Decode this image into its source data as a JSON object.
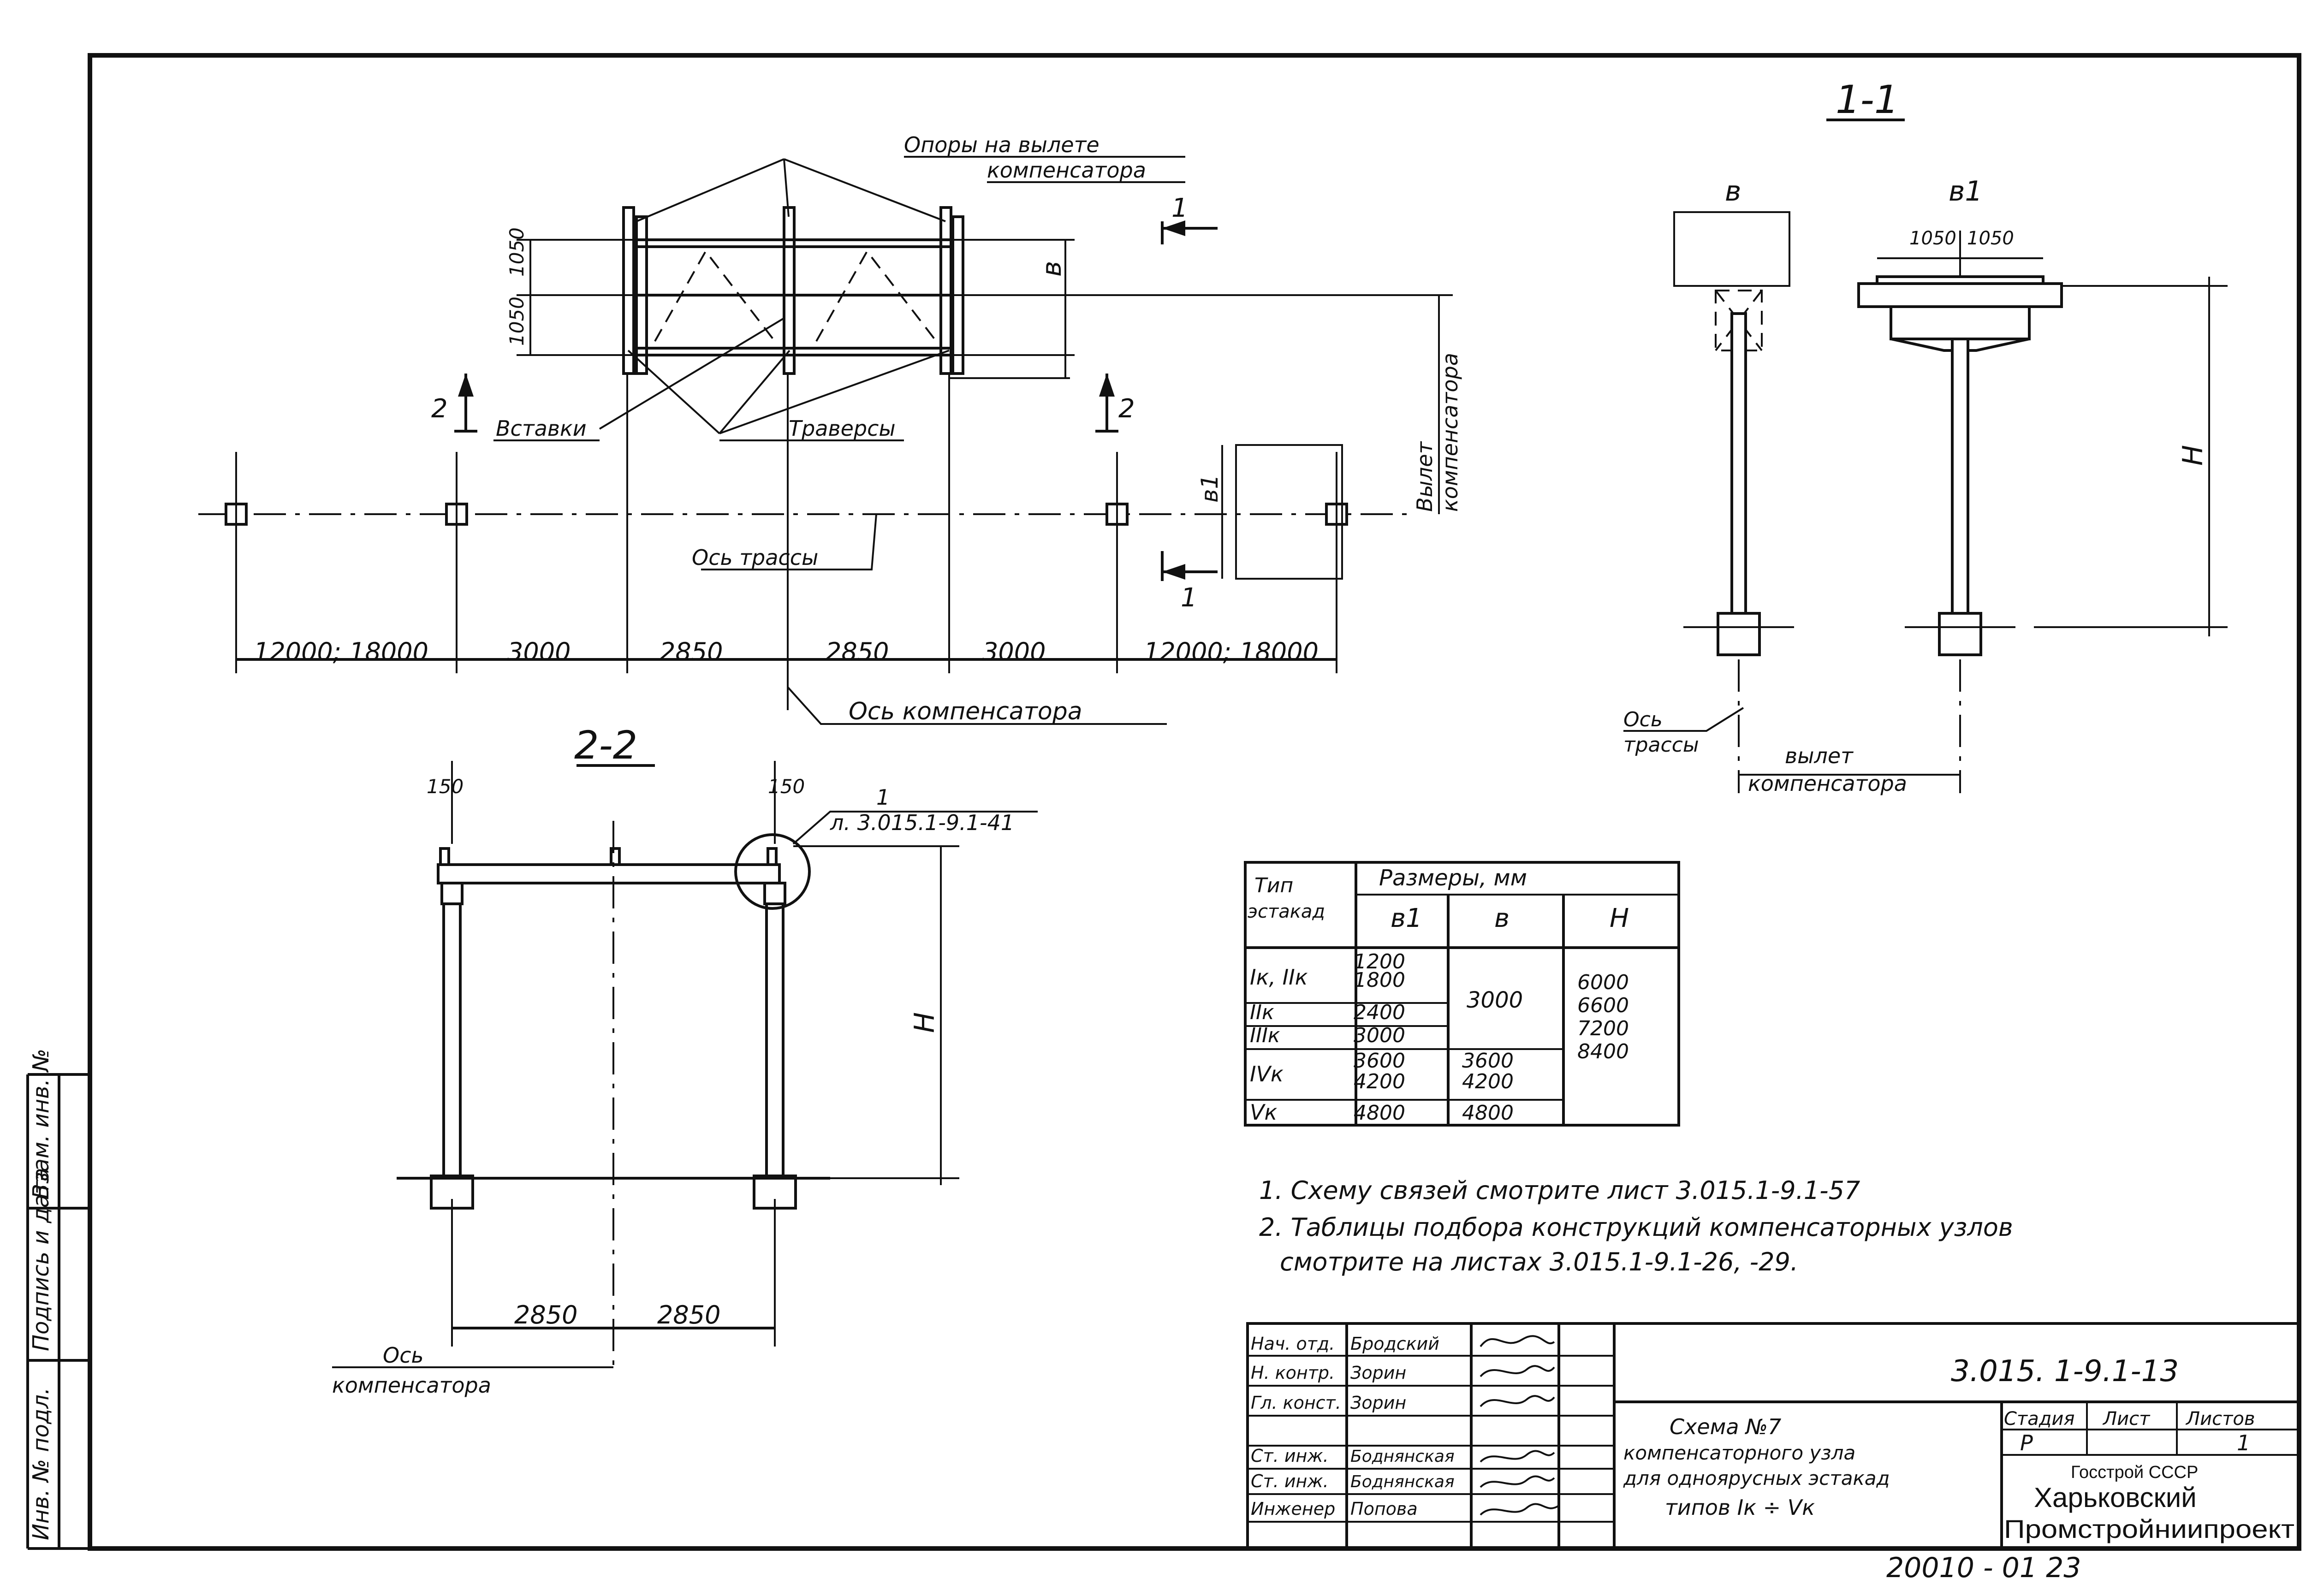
{
  "plan": {
    "supports_label_1": "Опоры на вылете",
    "supports_label_2": "компенсатора",
    "inserts_label": "Вставки",
    "traverses_label": "Траверсы",
    "route_axis_label": "Ось трассы",
    "compensator_axis_label": "Ось компенсатора",
    "offset_label_1": "Вылет",
    "offset_label_2": "компенсатора",
    "dim_1050_a": "1050",
    "dim_1050_b": "1050",
    "dim_b": "в",
    "dim_b1": "в1",
    "cut_1_top": "1",
    "cut_1_bottom": "1",
    "cut_2_left": "2",
    "cut_2_right": "2",
    "spans": [
      "12000; 18000",
      "3000",
      "2850",
      "2850",
      "3000",
      "12000; 18000"
    ]
  },
  "section_1_1": {
    "title": "1-1",
    "b": "в",
    "b1": "в1",
    "dim_1050_a": "1050",
    "dim_1050_b": "1050",
    "h": "Н",
    "route_axis_1": "Ось",
    "route_axis_2": "трассы",
    "offset_1": "вылет",
    "offset_2": "компенсатора"
  },
  "section_2_2": {
    "title": "2-2",
    "dim_150_a": "150",
    "dim_150_b": "150",
    "node_num": "1",
    "node_ref": "л. 3.015.1-9.1-41",
    "h": "Н",
    "span_a": "2850",
    "span_b": "2850",
    "axis_1": "Ось",
    "axis_2": "компенсатора"
  },
  "table": {
    "header_type_1": "Тип",
    "header_type_2": "эстакад",
    "header_dims": "Размеры,   мм",
    "col_b1": "в1",
    "col_b": "в",
    "col_h": "Н",
    "rows": [
      {
        "type": "Iк, IIк",
        "b1_a": "1200",
        "b1_b": "1800"
      },
      {
        "type": "IIк",
        "b1_a": "2400"
      },
      {
        "type": "IIIк",
        "b1_a": "3000"
      },
      {
        "type": "IVк",
        "b1_a": "3600",
        "b1_b": "4200",
        "b_a": "3600",
        "b_b": "4200"
      },
      {
        "type": "Vк",
        "b1_a": "4800",
        "b_a": "4800"
      }
    ],
    "b_common": "3000",
    "h_values": [
      "6000",
      "6600",
      "7200",
      "8400"
    ]
  },
  "notes": [
    "1. Схему связей смотрите лист 3.015.1-9.1-57",
    "2. Таблицы подбора конструкций компенсаторных узлов",
    "смотрите на листах 3.015.1-9.1-26, -29."
  ],
  "title_block": {
    "doc_code": "3.015. 1-9.1-13",
    "roles": [
      "Нач. отд.",
      "Н. контр.",
      "Гл. конст.",
      "",
      "Ст. инж.",
      "Ст. инж.",
      "Инженер"
    ],
    "names": [
      "Бродский",
      "Зорин",
      "Зорин",
      "",
      "Боднянская",
      "Боднянская",
      "Попова"
    ],
    "title_lines": [
      "Схема №7",
      "компенсаторного узла",
      "для одноярусных эстакад",
      "типов  Iк ÷ Vк"
    ],
    "stage_h": "Стадия",
    "sheet_h": "Лист",
    "sheets_h": "Листов",
    "stage": "Р",
    "sheet": "",
    "sheets": "1",
    "org_1": "Госстрой СССР",
    "org_2": "Харьковский",
    "org_3": "Промстройниипроект"
  },
  "side_stamp": [
    "Инв. № подл.",
    "Подпись и дата",
    "Взам. инв. №"
  ],
  "archive_no": "20010 - 01 23"
}
